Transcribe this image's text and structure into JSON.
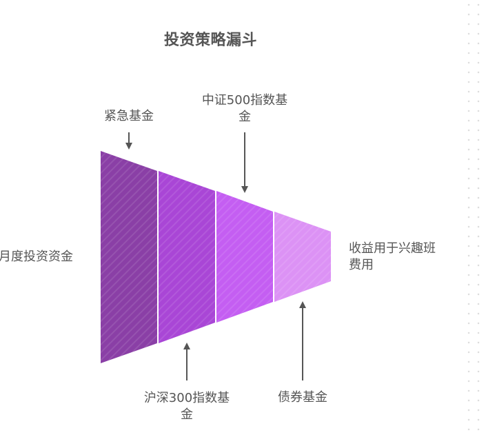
{
  "title": "投资策略漏斗",
  "input_label": "月度投资资金",
  "output_label_line1": "收益用于兴趣班",
  "output_label_line2": "费用",
  "stages": [
    {
      "name": "紧急基金",
      "color": "#8a3fa6"
    },
    {
      "name": "沪深300指数基金",
      "color": "#a946d6"
    },
    {
      "name": "中证500指数基金",
      "color": "#c45ef2"
    },
    {
      "name": "债券基金",
      "color": "#dc92f5"
    }
  ],
  "callouts": {
    "top1": {
      "line1": "紧急基金",
      "line2": ""
    },
    "top2": {
      "line1": "中证500指数基",
      "line2": "金"
    },
    "bottom1": {
      "line1": "沪深300指数基",
      "line2": "金"
    },
    "bottom2": {
      "line1": "债券基金",
      "line2": ""
    }
  },
  "colors": {
    "arrow": "#555555",
    "text": "#555555"
  }
}
